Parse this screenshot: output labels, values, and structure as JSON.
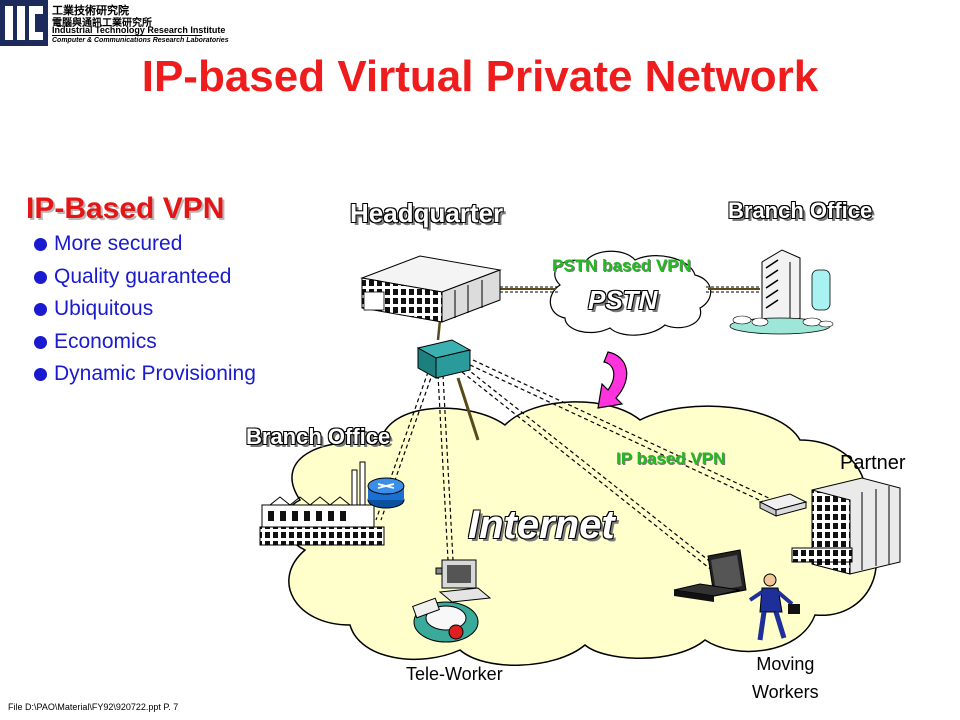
{
  "logo": {
    "line1": "工業技術研究院",
    "line2": "電腦與通訊工業研究所",
    "line3": "Industrial Technology Research Institute",
    "line4": "Computer & Communications Research Laboratories",
    "icon": "itri-logo-icon"
  },
  "title": "IP-based Virtual Private Network",
  "features": {
    "heading": "IP-Based VPN",
    "items": [
      "More secured",
      "Quality guaranteed",
      "Ubiquitous",
      "Economics",
      "Dynamic Provisioning"
    ]
  },
  "diagram": {
    "headquarter": "Headquarter",
    "branch_office_top": "Branch Office",
    "pstn_vpn": "PSTN based VPN",
    "pstn": "PSTN",
    "branch_office_left": "Branch Office",
    "ip_vpn": "IP based VPN",
    "internet": "Internet",
    "partner": "Partner",
    "tele_worker": "Tele-Worker",
    "moving_workers_1": "Moving",
    "moving_workers_2": "Workers",
    "colors": {
      "cloud_fill": "#ffffcc",
      "title_red": "#ee1c1c",
      "bullet_blue": "#1a1ad0",
      "vpn_green": "#22bb22",
      "arrow_magenta": "#ff33dd",
      "switch_teal": "#2a8f8f"
    },
    "icons": [
      "headquarter-building-icon",
      "branch-building-icon",
      "factory-icon",
      "router-icon",
      "switch-icon",
      "partner-building-icon",
      "desktop-computer-icon",
      "phone-icon",
      "laptop-icon",
      "businessman-icon",
      "modem-icon",
      "curved-arrow-icon"
    ]
  },
  "footer": "File D:\\PAO\\Material\\FY92\\920722.ppt  P. 7"
}
